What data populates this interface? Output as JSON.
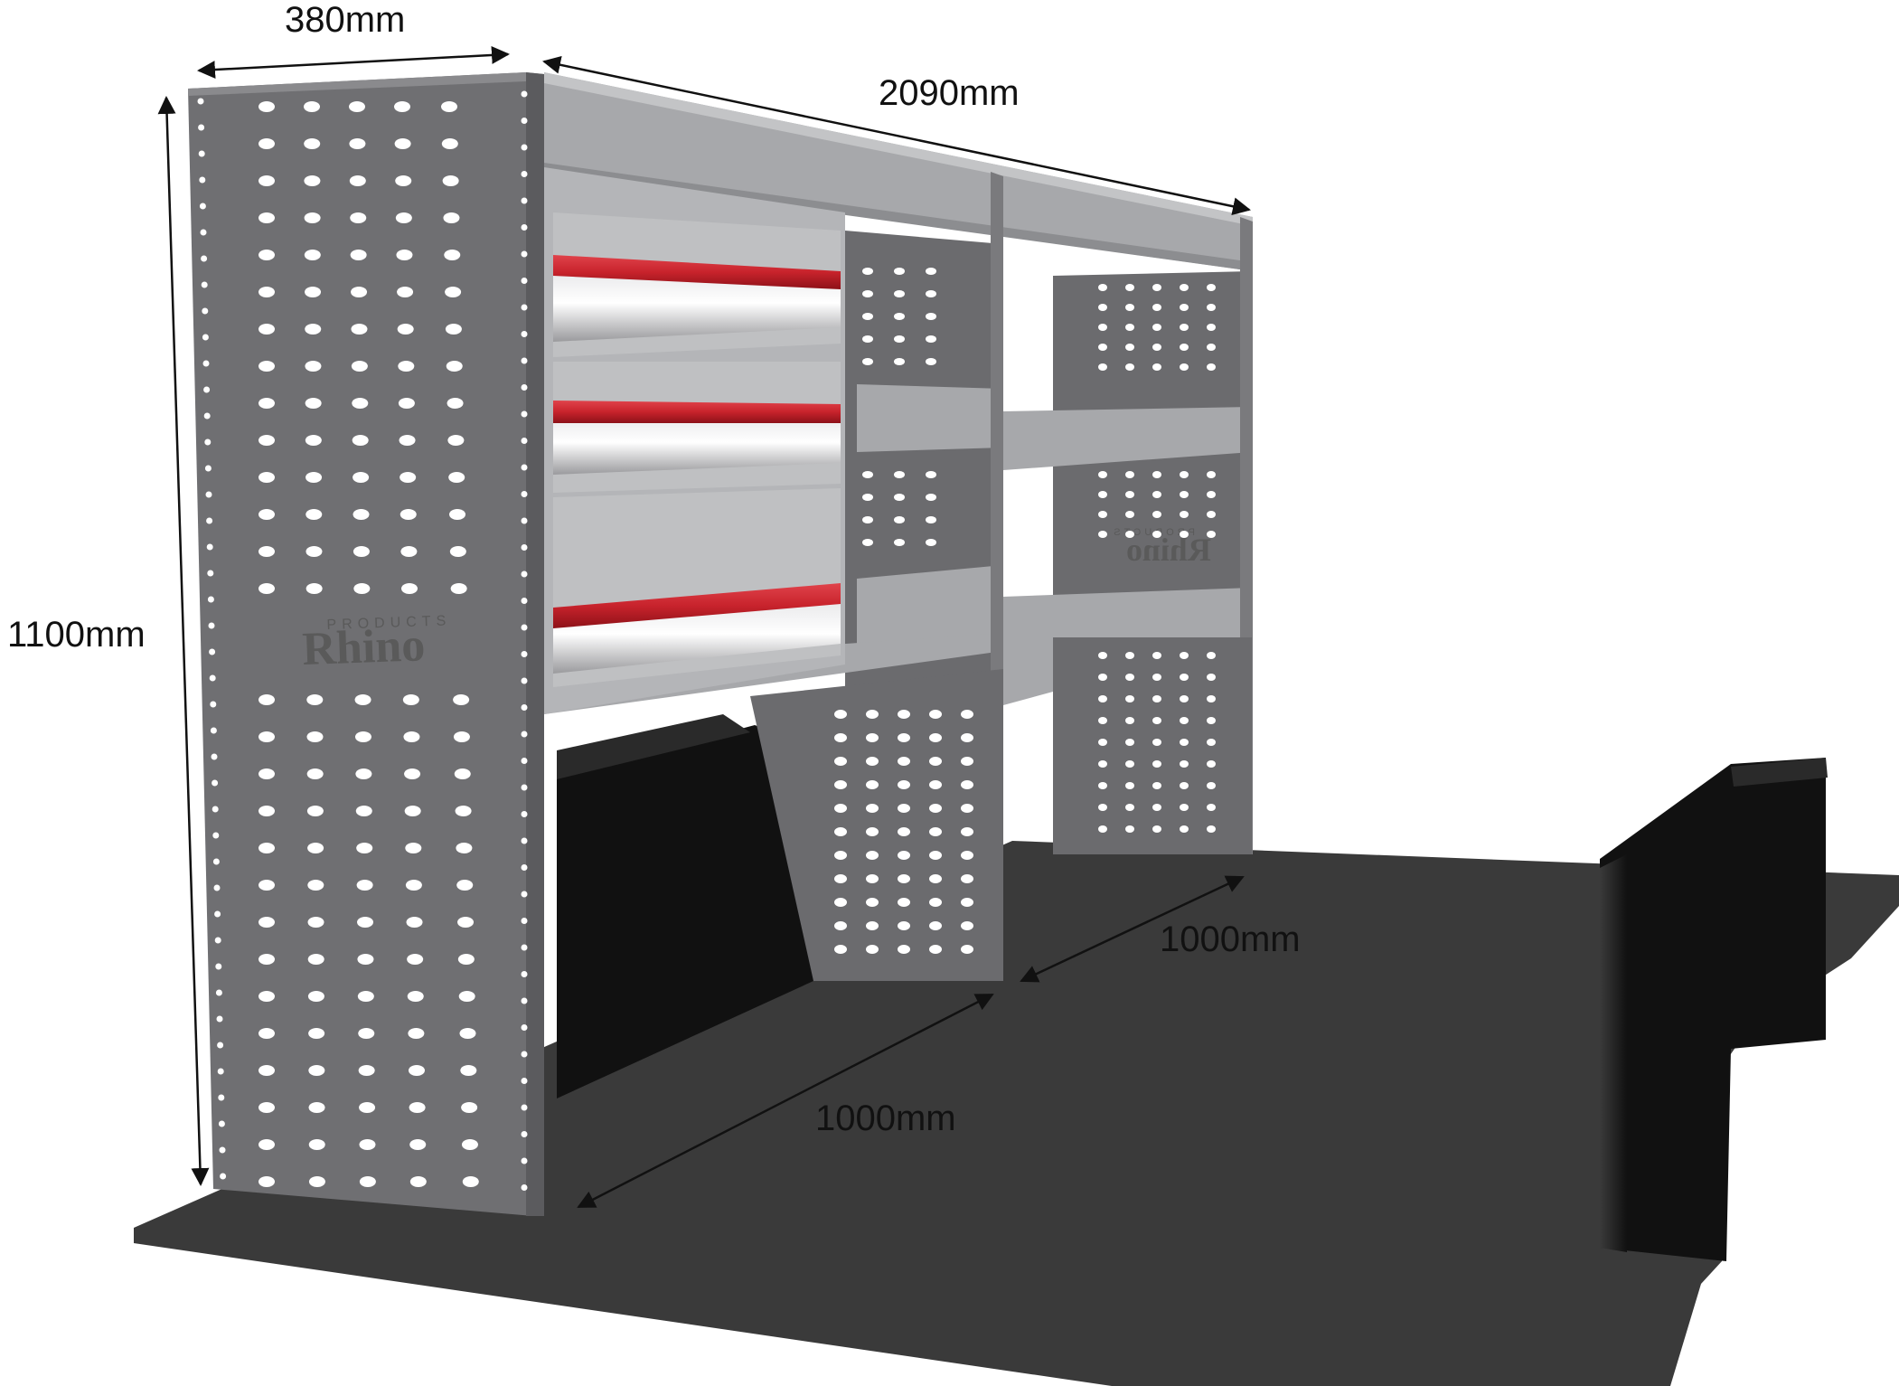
{
  "dimensions": {
    "depth": "380mm",
    "length": "2090mm",
    "height": "1100mm",
    "bay_front": "1000mm",
    "bay_rear": "1000mm"
  },
  "brand": {
    "name": "Rhino",
    "tagline": "PRODUCTS"
  },
  "colors": {
    "panel": "#6f6f72",
    "panel_dark": "#5b5b5e",
    "shelf": "#a7a8ab",
    "floor": "#3a3a3a",
    "drawer_red": "#c8232c",
    "wheel_arch": "#1c1c1c",
    "arrow": "#111111"
  }
}
